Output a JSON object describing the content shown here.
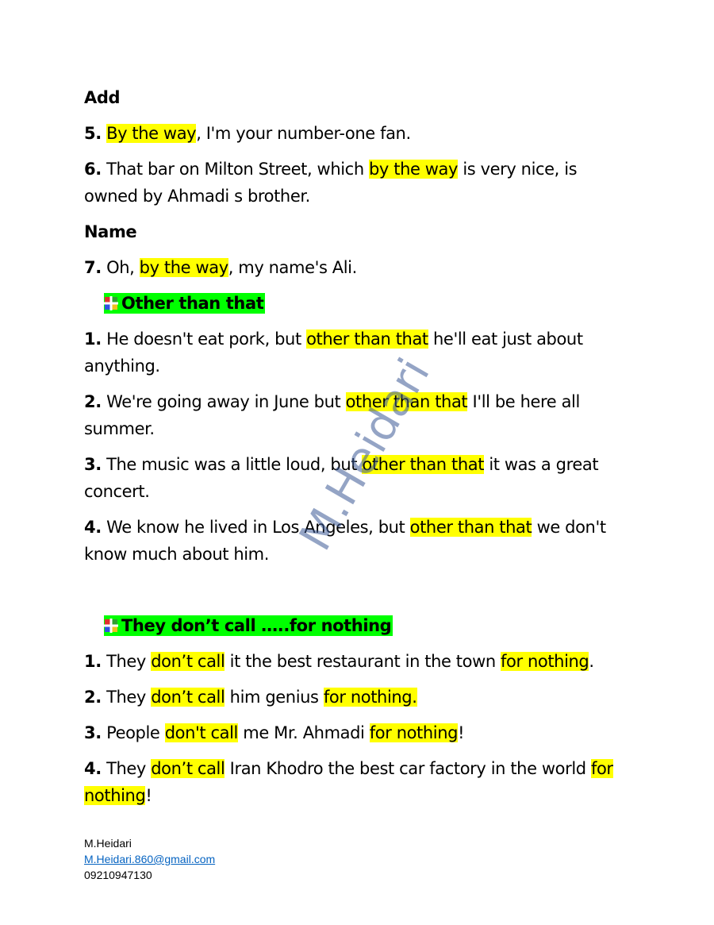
{
  "watermark": "M.Heidari",
  "section_add": {
    "title": "Add",
    "items": [
      {
        "num": "5.",
        "parts": [
          {
            "t": ""
          },
          {
            "t": "By the way",
            "hl": true
          },
          {
            "t": ", I'm your number-one fan."
          }
        ]
      },
      {
        "num": "6.",
        "parts": [
          {
            "t": "That bar on Milton Street, which "
          },
          {
            "t": "by the way",
            "hl": true
          },
          {
            "t": " is very nice, is owned by Ahmadi s brother."
          }
        ]
      }
    ]
  },
  "section_name": {
    "title": "Name",
    "items": [
      {
        "num": "7.",
        "parts": [
          {
            "t": "Oh, "
          },
          {
            "t": "by the way",
            "hl": true
          },
          {
            "t": ", my name's Ali."
          }
        ]
      }
    ]
  },
  "section_other": {
    "title": "Other than that",
    "items": [
      {
        "num": "1.",
        "parts": [
          {
            "t": "He doesn't eat pork, but "
          },
          {
            "t": "other than that",
            "hl": true
          },
          {
            "t": " he'll eat just about anything."
          }
        ]
      },
      {
        "num": "2.",
        "parts": [
          {
            "t": "We're going away in June but "
          },
          {
            "t": "other than that",
            "hl": true
          },
          {
            "t": " I'll be here all summer."
          }
        ]
      },
      {
        "num": "3.",
        "parts": [
          {
            "t": "The music was a little loud, but "
          },
          {
            "t": "other than that",
            "hl": true
          },
          {
            "t": " it was a great concert."
          }
        ]
      },
      {
        "num": "4.",
        "parts": [
          {
            "t": "We know he lived in Los Angeles, but "
          },
          {
            "t": "other than that",
            "hl": true
          },
          {
            "t": " we don't know much about him."
          }
        ]
      }
    ]
  },
  "section_call": {
    "title": "They don’t call …..for nothing",
    "items": [
      {
        "num": "1.",
        "parts": [
          {
            "t": "They "
          },
          {
            "t": "don’t call",
            "hl": true
          },
          {
            "t": " it the best restaurant in the town "
          },
          {
            "t": "for nothing",
            "hl": true
          },
          {
            "t": "."
          }
        ]
      },
      {
        "num": "2.",
        "parts": [
          {
            "t": "They "
          },
          {
            "t": "don’t call",
            "hl": true
          },
          {
            "t": " him genius "
          },
          {
            "t": "for nothing.",
            "hl": true
          }
        ]
      },
      {
        "num": "3.",
        "parts": [
          {
            "t": "People "
          },
          {
            "t": "don't call",
            "hl": true
          },
          {
            "t": " me Mr. Ahmadi "
          },
          {
            "t": "for nothing",
            "hl": true
          },
          {
            "t": "!"
          }
        ]
      },
      {
        "num": "4.",
        "parts": [
          {
            "t": "They "
          },
          {
            "t": "don’t call",
            "hl": true
          },
          {
            "t": " Iran Khodro the best car factory in the world "
          },
          {
            "t": "for nothing",
            "hl": true
          },
          {
            "t": "!"
          }
        ]
      }
    ]
  },
  "footer": {
    "name": "M.Heidari",
    "email": "M.Heidari.860@gmail.com",
    "phone": "09210947130"
  },
  "colors": {
    "highlight": "#ffff00",
    "section_label": "#00ff00",
    "link": "#0563c1"
  },
  "icons": {
    "section_bullet": "colored-square-bullet-icon"
  }
}
